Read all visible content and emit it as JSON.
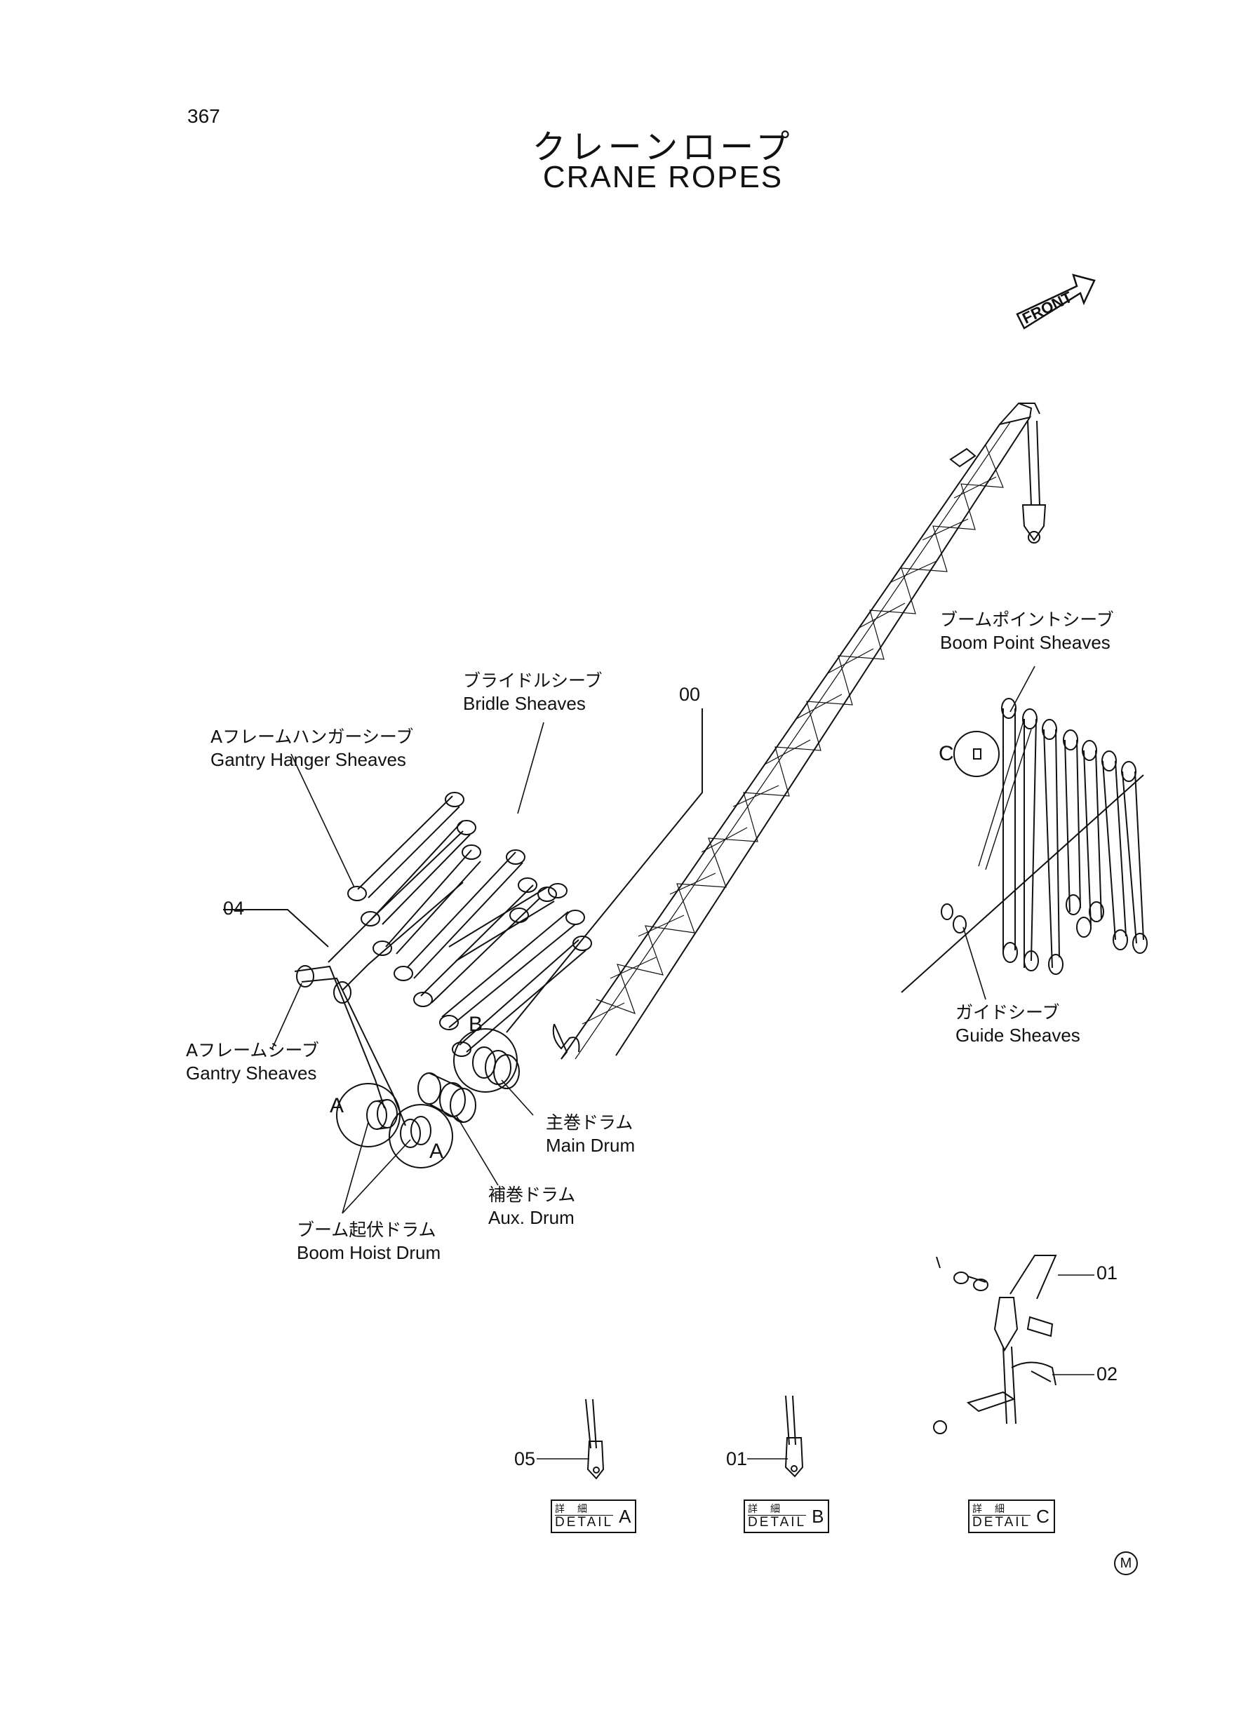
{
  "page": {
    "number": "367"
  },
  "title": {
    "ja": "クレーンロープ",
    "en": "CRANE ROPES"
  },
  "front_mark": "FRONT",
  "labels": {
    "boom_point_sheaves": {
      "ja": "ブームポイントシーブ",
      "en": "Boom  Point  Sheaves"
    },
    "bridle_sheaves": {
      "ja": "ブライドルシーブ",
      "en": "Bridle  Sheaves"
    },
    "gantry_hanger_sheaves": {
      "ja": "Aフレームハンガーシーブ",
      "en": "Gantry  Hanger  Sheaves"
    },
    "gantry_sheaves": {
      "ja": "Aフレームシーブ",
      "en": "Gantry  Sheaves"
    },
    "guide_sheaves": {
      "ja": "ガイドシーブ",
      "en": "Guide  Sheaves"
    },
    "main_drum": {
      "ja": "主巻ドラム",
      "en": "Main  Drum"
    },
    "aux_drum": {
      "ja": "補巻ドラム",
      "en": "Aux.  Drum"
    },
    "boom_hoist_drum": {
      "ja": "ブーム起伏ドラム",
      "en": "Boom  Hoist  Drum"
    }
  },
  "part_codes": {
    "boom_rope": "00",
    "gantry_rope": "04",
    "detail_a_part": "05",
    "detail_b_part": "01",
    "detail_c_part_1": "01",
    "detail_c_part_2": "02"
  },
  "detail_letters": {
    "a1": "A",
    "a2": "A",
    "b": "B",
    "c": "C"
  },
  "details": [
    {
      "ja": "詳細",
      "en": "DETAIL",
      "letter": "A"
    },
    {
      "ja": "詳細",
      "en": "DETAIL",
      "letter": "B"
    },
    {
      "ja": "詳細",
      "en": "DETAIL",
      "letter": "C"
    }
  ],
  "corner_mark": "M"
}
